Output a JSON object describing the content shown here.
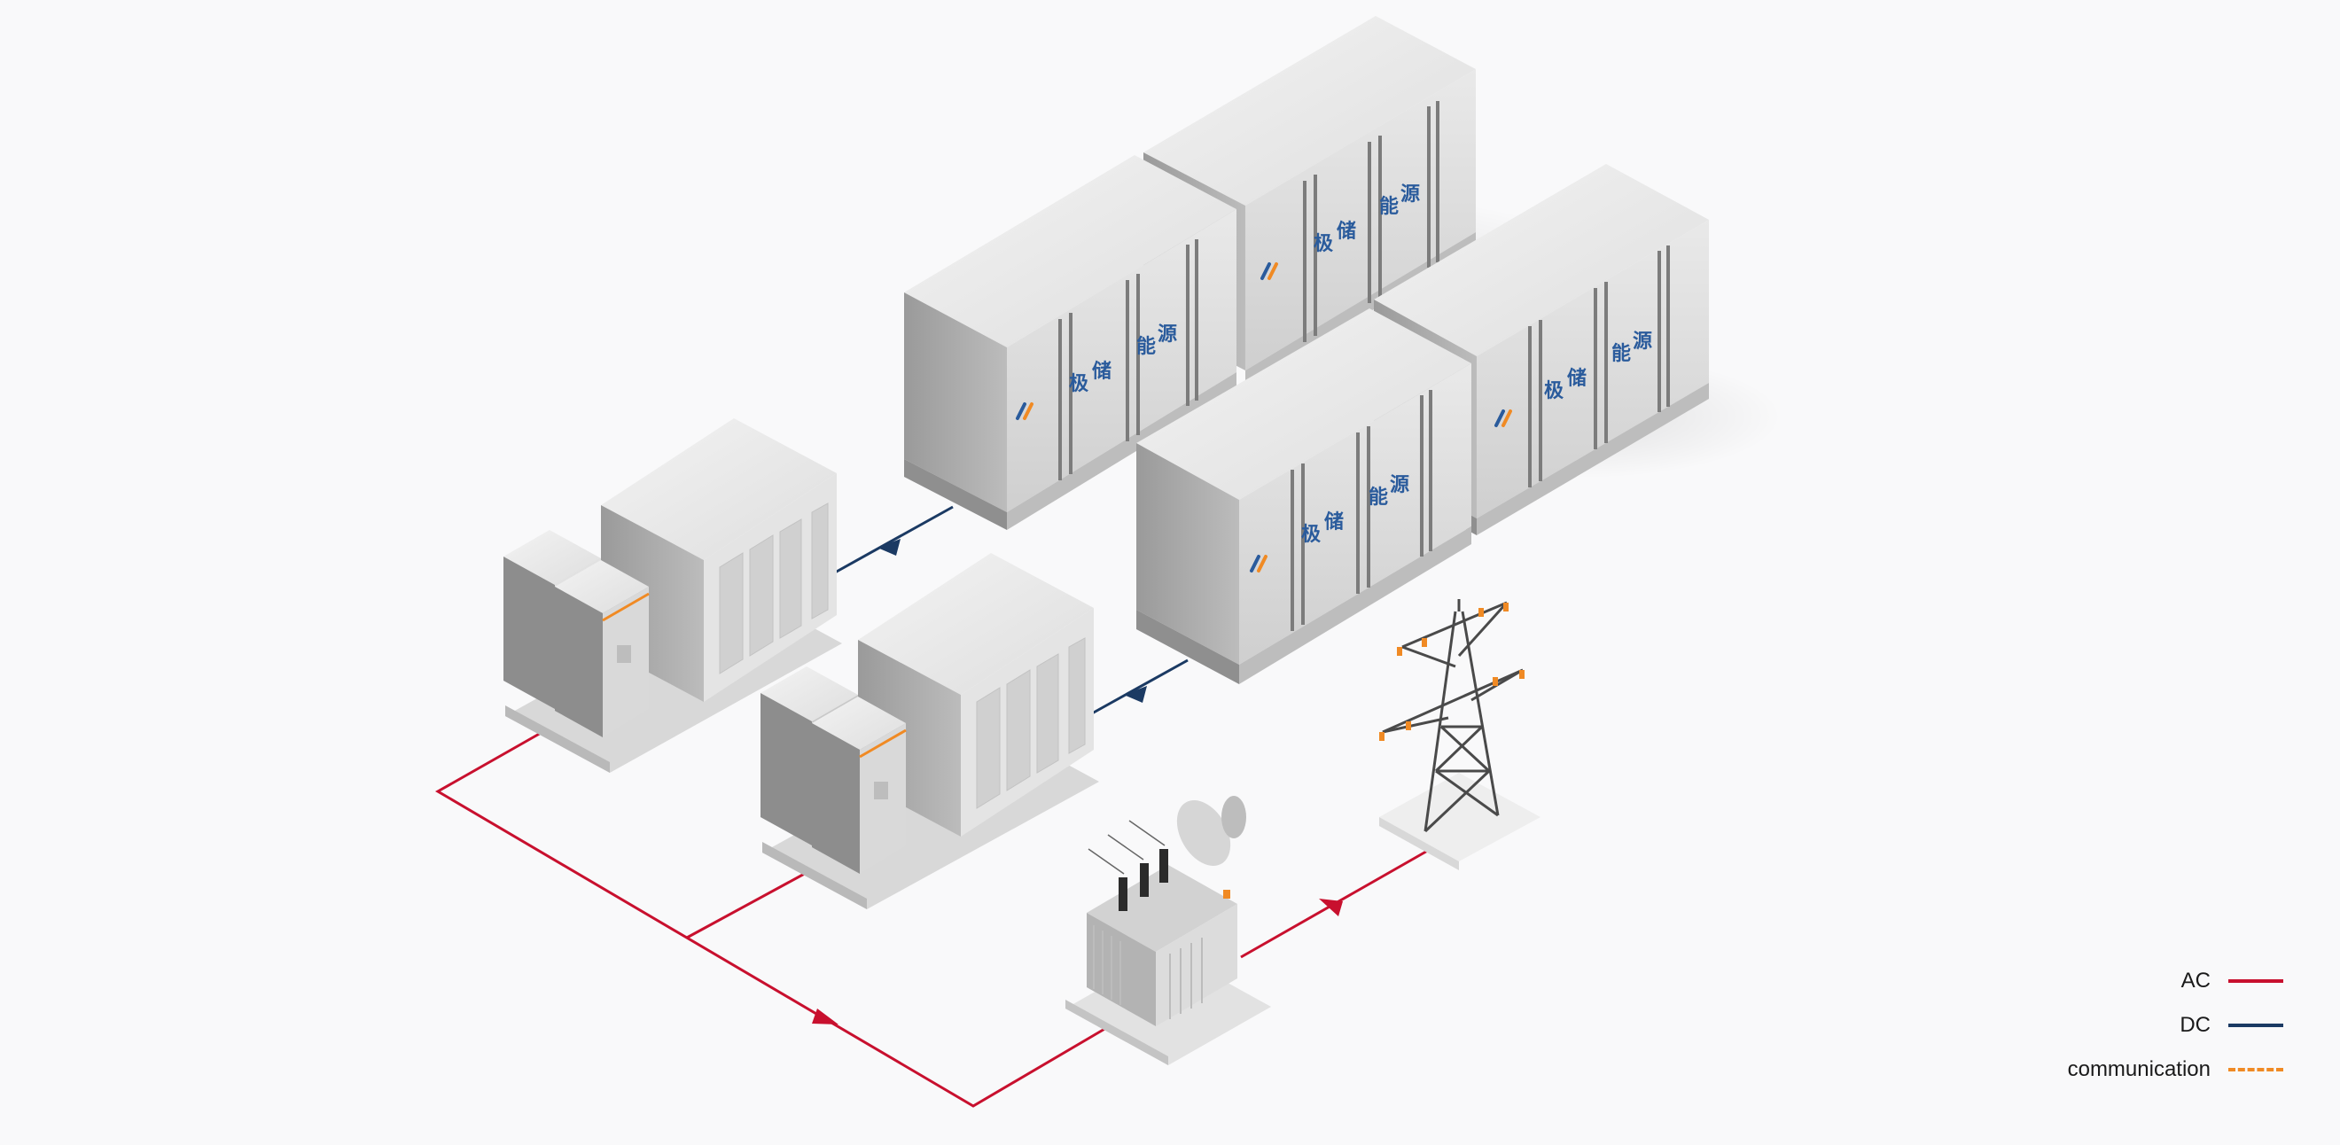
{
  "colors": {
    "ac": "#c8102e",
    "dc": "#1b3a63",
    "communication": "#f08a24",
    "background": "#f9f9fa",
    "brand_blue": "#2a5b9c"
  },
  "container_brand": {
    "char_1": "极",
    "char_2": "储",
    "char_3": "能",
    "char_4": "源"
  },
  "legend": {
    "ac_label": "AC",
    "dc_label": "DC",
    "comm_label": "communication"
  },
  "icons": [
    "battery-container-icon",
    "pcs-cabinet-icon",
    "transformer-icon",
    "transmission-tower-icon",
    "brand-logo-icon"
  ]
}
